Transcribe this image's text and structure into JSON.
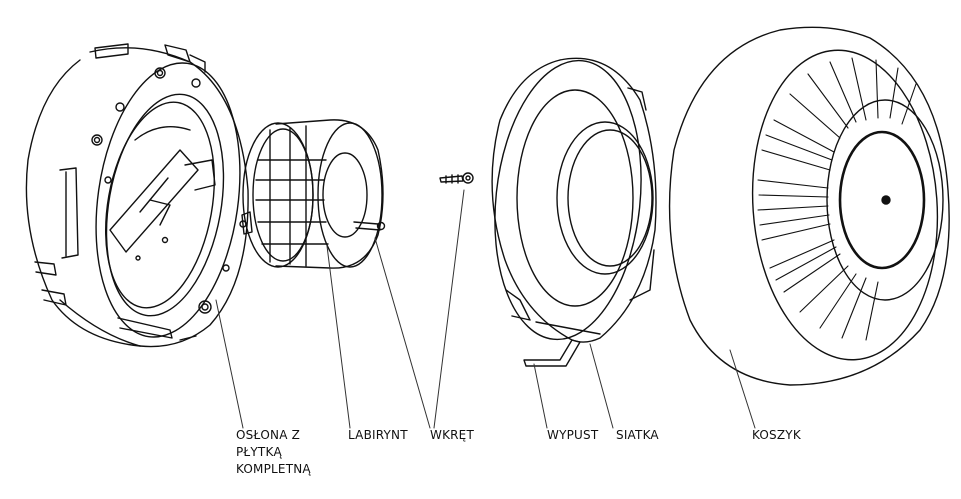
{
  "labels": {
    "oslona": [
      "OSŁONA Z",
      "PŁYTKĄ",
      "KOMPLETNĄ"
    ],
    "labirynt": "LABIRYNT",
    "wkret": "WKRĘT",
    "wypust": "WYPUST",
    "siatka": "SIATKA",
    "koszyk": "KOSZYK"
  },
  "colors": {
    "line": "#111111",
    "leader": "#333333",
    "background": "#ffffff"
  }
}
